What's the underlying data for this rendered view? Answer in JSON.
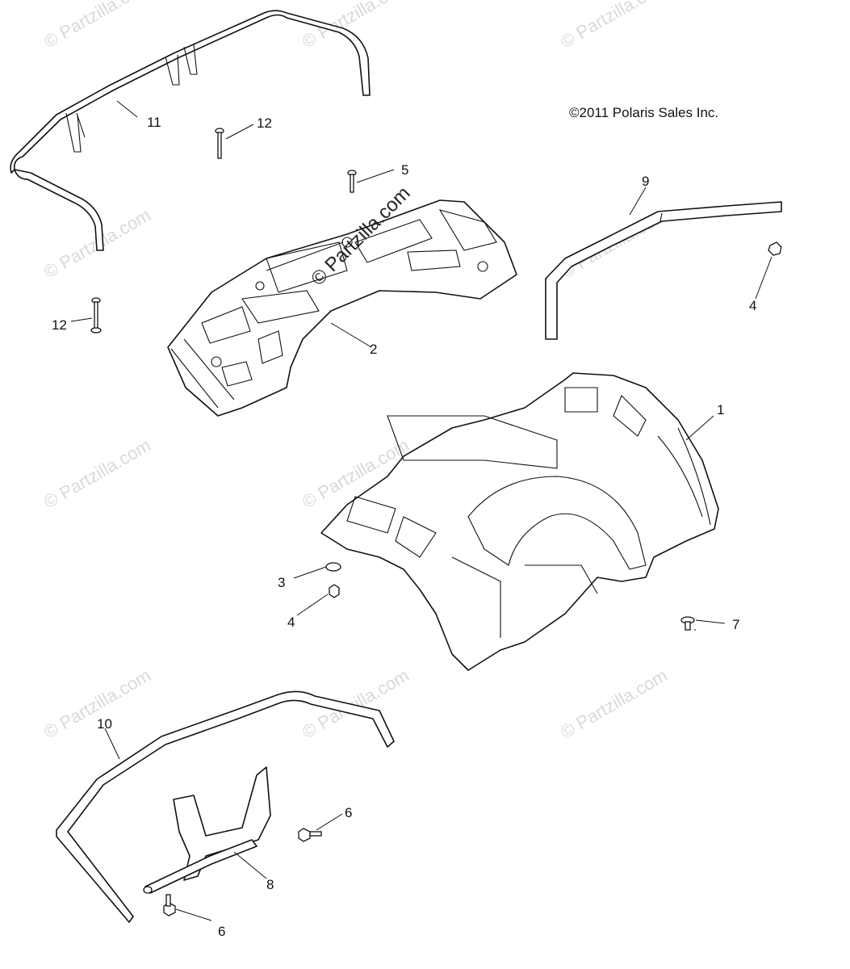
{
  "copyright": "©2011 Polaris Sales Inc.",
  "watermark": {
    "repeat_text": "© Partzilla.com",
    "center_text": "© Partzilla.com"
  },
  "callouts": [
    {
      "id": "c1",
      "label": "1"
    },
    {
      "id": "c2",
      "label": "2"
    },
    {
      "id": "c3",
      "label": "3"
    },
    {
      "id": "c4a",
      "label": "4"
    },
    {
      "id": "c4b",
      "label": "4"
    },
    {
      "id": "c5",
      "label": "5"
    },
    {
      "id": "c6a",
      "label": "6"
    },
    {
      "id": "c6b",
      "label": "6"
    },
    {
      "id": "c7",
      "label": "7"
    },
    {
      "id": "c8",
      "label": "8"
    },
    {
      "id": "c9",
      "label": "9"
    },
    {
      "id": "c10",
      "label": "10"
    },
    {
      "id": "c11",
      "label": "11"
    },
    {
      "id": "c12a",
      "label": "12"
    },
    {
      "id": "c12b",
      "label": "12"
    }
  ]
}
